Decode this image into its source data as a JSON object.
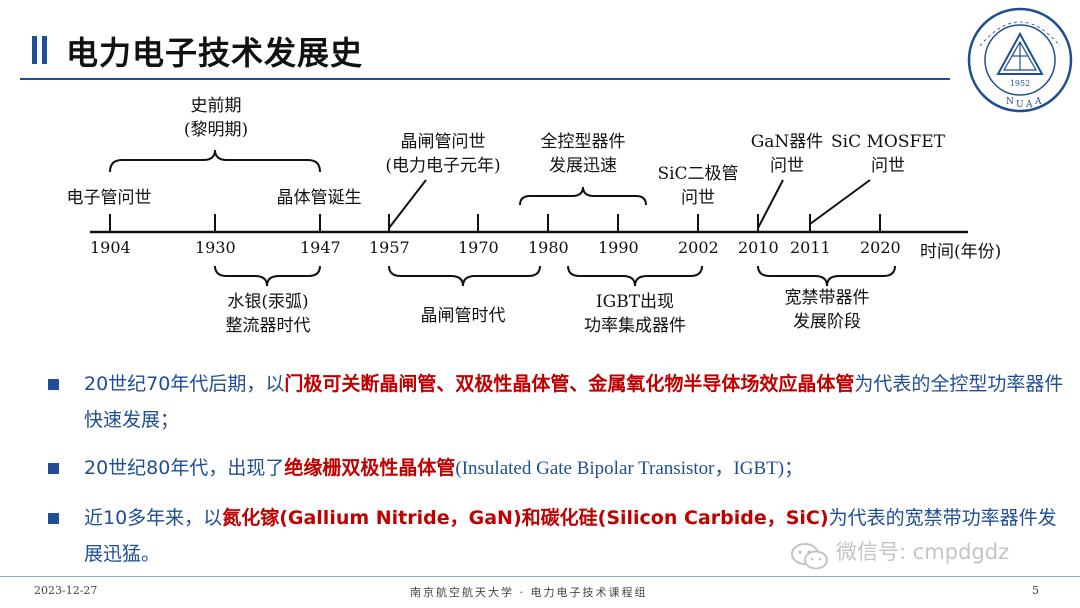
{
  "slide": {
    "title": "电力电子技术发展史",
    "logo_year": "1952",
    "logo_letters": [
      "N",
      "U",
      "A",
      "A"
    ]
  },
  "timeline": {
    "axis_label": "时间(年份)",
    "years": [
      "1904",
      "1930",
      "1947",
      "1957",
      "1970",
      "1980",
      "1990",
      "2002",
      "2010",
      "2011",
      "2020"
    ],
    "above": {
      "prehistory_title": "史前期",
      "prehistory_sub": "(黎明期)",
      "vacuum_tube": "电子管问世",
      "transistor": "晶体管诞生",
      "thyristor_1": "晶闸管问世",
      "thyristor_2": "(电力电子元年)",
      "full_control_1": "全控型器件",
      "full_control_2": "发展迅速",
      "sic_diode_1": "SiC二极管",
      "sic_diode_2": "问世",
      "gan_1": "GaN器件",
      "gan_2": "问世",
      "sic_mosfet_1": "SiC MOSFET",
      "sic_mosfet_2": "问世"
    },
    "below": {
      "mercury_1": "水银(汞弧)",
      "mercury_2": "整流器时代",
      "thyristor_era": "晶闸管时代",
      "igbt_1": "IGBT出现",
      "igbt_2": "功率集成器件",
      "wbg_1": "宽禁带器件",
      "wbg_2": "发展阶段"
    }
  },
  "bullets": [
    {
      "parts": [
        {
          "text": "20世纪70年代后期，以",
          "style": "normal"
        },
        {
          "text": "门极可关断晶闸管、双极性晶体管、金属氧化物半导体场效应晶体管",
          "style": "highlight"
        },
        {
          "text": "为代表的全控型功率器件快速发展；",
          "style": "normal"
        }
      ]
    },
    {
      "parts": [
        {
          "text": "20世纪80年代，出现了",
          "style": "normal"
        },
        {
          "text": "绝缘栅双极性晶体管",
          "style": "highlight"
        },
        {
          "text": "(Insulated Gate Bipolar Transistor，IGBT)；",
          "style": "en"
        }
      ]
    },
    {
      "parts": [
        {
          "text": "近10多年来，以",
          "style": "normal"
        },
        {
          "text": "氮化镓(Gallium Nitride，GaN)和碳化硅(Silicon Carbide，SiC)",
          "style": "highlight"
        },
        {
          "text": "为代表的宽禁带功率器件发展迅猛。",
          "style": "normal"
        }
      ]
    }
  ],
  "footer": {
    "date": "2023-12-27",
    "center": "南京航空航天大学 · 电力电子技术课程组",
    "page": "5"
  },
  "watermark": {
    "text": "微信号: cmpdgdz"
  },
  "colors": {
    "accent": "#1f4e96",
    "highlight": "#c00000",
    "text": "#111111"
  }
}
